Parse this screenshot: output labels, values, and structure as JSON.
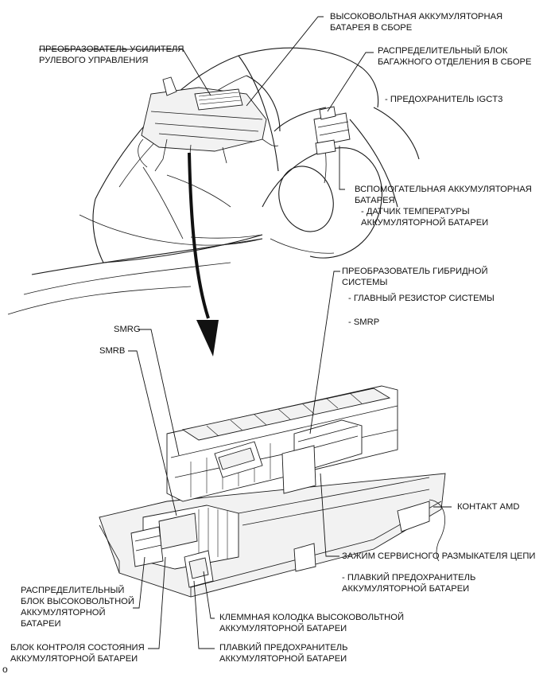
{
  "labels": {
    "hv_battery": [
      "ВЫСОКОВОЛЬТНАЯ АККУМУЛЯТОРНАЯ",
      "БАТАРЕЯ В СБОРЕ"
    ],
    "eps_converter": [
      "ПРЕОБРАЗОВАТЕЛЬ УСИЛИТЕЛЯ",
      "РУЛЕВОГО УПРАВЛЕНИЯ"
    ],
    "luggage_junction": [
      "РАСПРЕДЕЛИТЕЛЬНЫЙ БЛОК",
      "БАГАЖНОГО ОТДЕЛЕНИЯ В СБОРЕ"
    ],
    "igct3_fuse": "- ПРЕДОХРАНИТЕЛЬ IGCT3",
    "aux_battery": [
      "ВСПОМОГАТЕЛЬНАЯ АККУМУЛЯТОРНАЯ",
      "БАТАРЕЯ"
    ],
    "aux_temp_sensor": [
      "- ДАТЧИК ТЕМПЕРАТУРЫ",
      "АККУМУЛЯТОРНОЙ БАТАРЕИ"
    ],
    "hybrid_converter": [
      "ПРЕОБРАЗОВАТЕЛЬ ГИБРИДНОЙ",
      "СИСТЕМЫ"
    ],
    "main_resistor": "- ГЛАВНЫЙ РЕЗИСТОР СИСТЕМЫ",
    "smrp": "- SMRP",
    "smrg": "SMRG",
    "smrb": "SMRB",
    "amd_terminal": "КОНТАКТ AMD",
    "service_plug": "ЗАЖИМ СЕРВИСНОГО РАЗМЫКАТЕЛЯ ЦЕПИ",
    "service_plug_fuse": [
      "- ПЛАВКИЙ ПРЕДОХРАНИТЕЛЬ",
      "АККУМУЛЯТОРНОЙ БАТАРЕИ"
    ],
    "hv_junction_block": [
      "РАСПРЕДЕЛИТЕЛЬНЫЙ",
      "БЛОК ВЫСОКОВОЛЬТНОЙ",
      "АККУМУЛЯТОРНОЙ",
      "БАТАРЕИ"
    ],
    "hv_terminal_block": [
      "КЛЕММНАЯ КОЛОДКА ВЫСОКОВОЛЬТНОЙ",
      "АККУМУЛЯТОРНОЙ БАТАРЕИ"
    ],
    "battery_ecu": [
      "БЛОК КОНТРОЛЯ СОСТОЯНИЯ",
      "АККУМУЛЯТОРНОЙ БАТАРЕИ"
    ],
    "battery_fuse": [
      "ПЛАВКИЙ ПРЕДОХРАНИТЕЛЬ",
      "АККУМУЛЯТОРНОЙ БАТАРЕИ"
    ]
  },
  "figure_code": "o"
}
